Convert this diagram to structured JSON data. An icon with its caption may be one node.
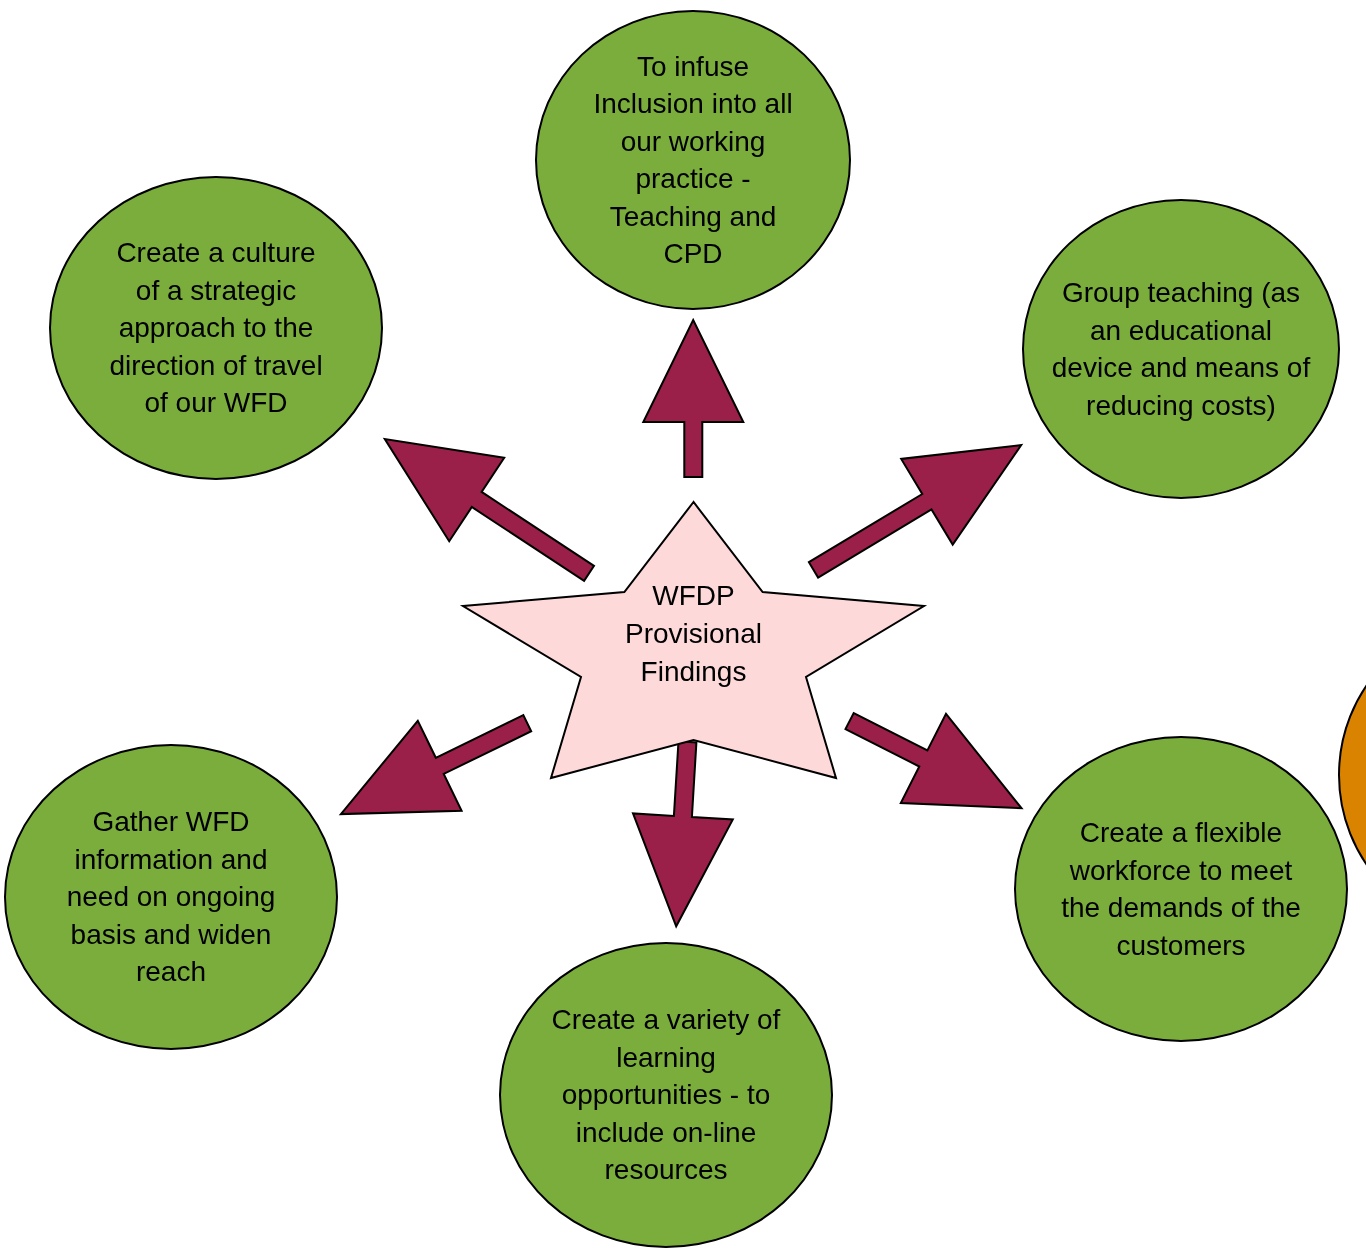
{
  "diagram": {
    "nodes": [
      {
        "text": [
          "WFDP Provisional Findings"
        ]
      },
      {
        "text": [
          "To infuse Inclusion into all our working practice - Teaching and CPD"
        ]
      },
      {
        "text": [
          "Create a culture of a strategic approach to the direction of travel of our WFD"
        ]
      },
      {
        "text": [
          "Group teaching (as an educational device and means of reducing costs)"
        ]
      },
      {
        "text": [
          "Gather WFD information and need on ongoing basis and widen reach"
        ]
      },
      {
        "text": [
          "Create a variety of learning opportunities - to include on-line resources"
        ]
      },
      {
        "text": [
          "Create a flexible workforce to meet the demands of the customers"
        ]
      },
      {
        "text": [],
        "shape": "circle"
      }
    ],
    "edges": [
      {
        "from": 0,
        "to": 1,
        "arrow": "to"
      },
      {
        "from": 0,
        "to": 2,
        "arrow": "to"
      },
      {
        "from": 0,
        "to": 3,
        "arrow": "to"
      },
      {
        "from": 0,
        "to": 4,
        "arrow": "to"
      },
      {
        "from": 0,
        "to": 5,
        "arrow": "to"
      },
      {
        "from": 0,
        "to": 6,
        "arrow": "to"
      }
    ]
  }
}
